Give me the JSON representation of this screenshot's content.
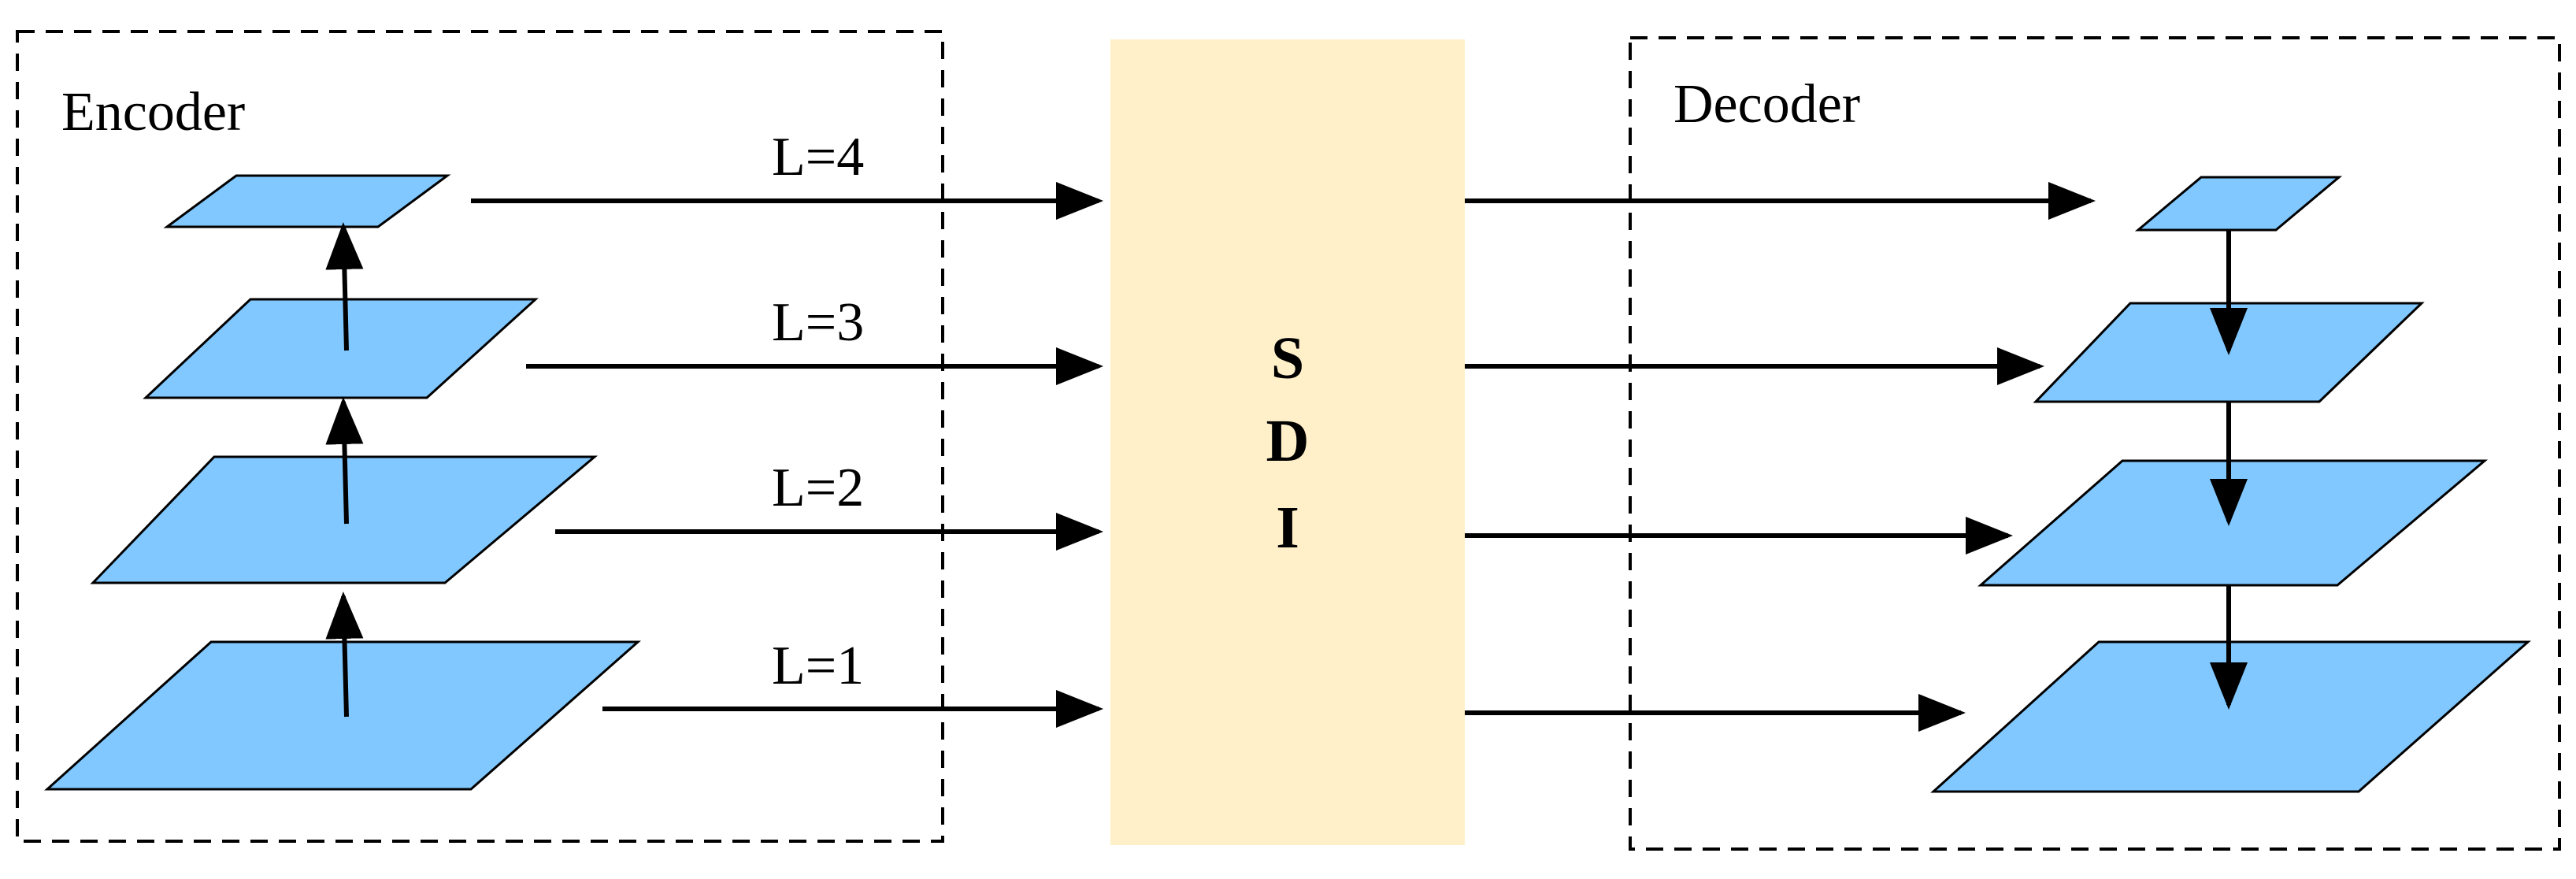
{
  "encoder": {
    "title": "Encoder"
  },
  "decoder": {
    "title": "Decoder"
  },
  "levels": [
    "L=4",
    "L=3",
    "L=2",
    "L=1"
  ],
  "sdi": {
    "letters": [
      "S",
      "D",
      "I"
    ]
  },
  "colors": {
    "plane": "#80c8ff",
    "sdi_box": "#fff0c9",
    "stroke": "#000000"
  }
}
